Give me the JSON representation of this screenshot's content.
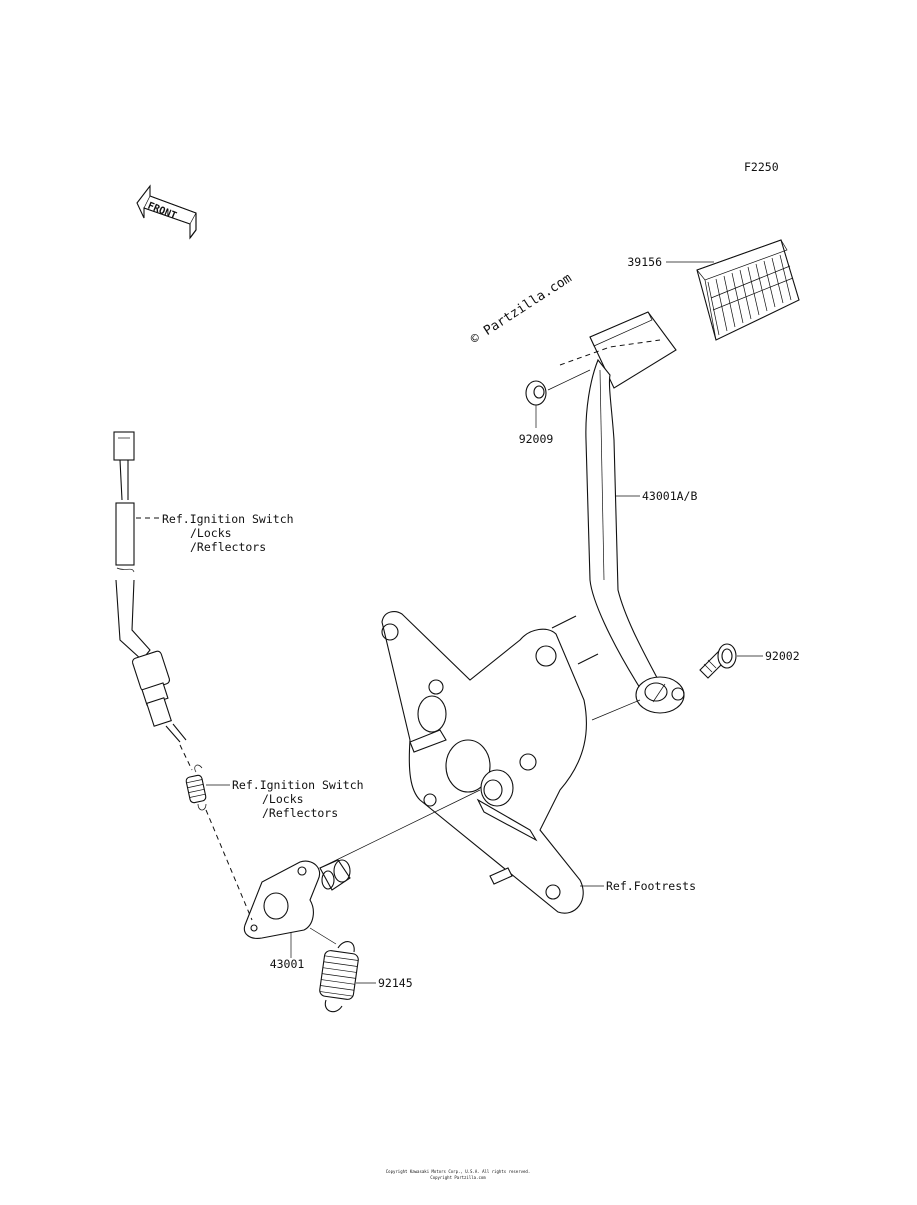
{
  "diagram_code": "F2250",
  "watermark": "© Partzilla.com",
  "front_arrow_label": "FRONT",
  "labels": {
    "pedal_pad": "39156",
    "cotter_pin": "92009",
    "brake_pedal": "43001A/B",
    "bolt": "92002",
    "ref_footrests": "Ref.Footrests",
    "lever": "43001",
    "spring": "92145",
    "ref_switch_top_1": "Ref.Ignition Switch",
    "ref_switch_top_2": "/Locks",
    "ref_switch_top_3": "/Reflectors",
    "ref_switch_mid_1": "Ref.Ignition Switch",
    "ref_switch_mid_2": "/Locks",
    "ref_switch_mid_3": "/Reflectors"
  },
  "copyright_line_1": "Copyright Kawasaki Motors Corp., U.S.A. All rights reserved.",
  "copyright_line_2": "Copyright Partzilla.com"
}
